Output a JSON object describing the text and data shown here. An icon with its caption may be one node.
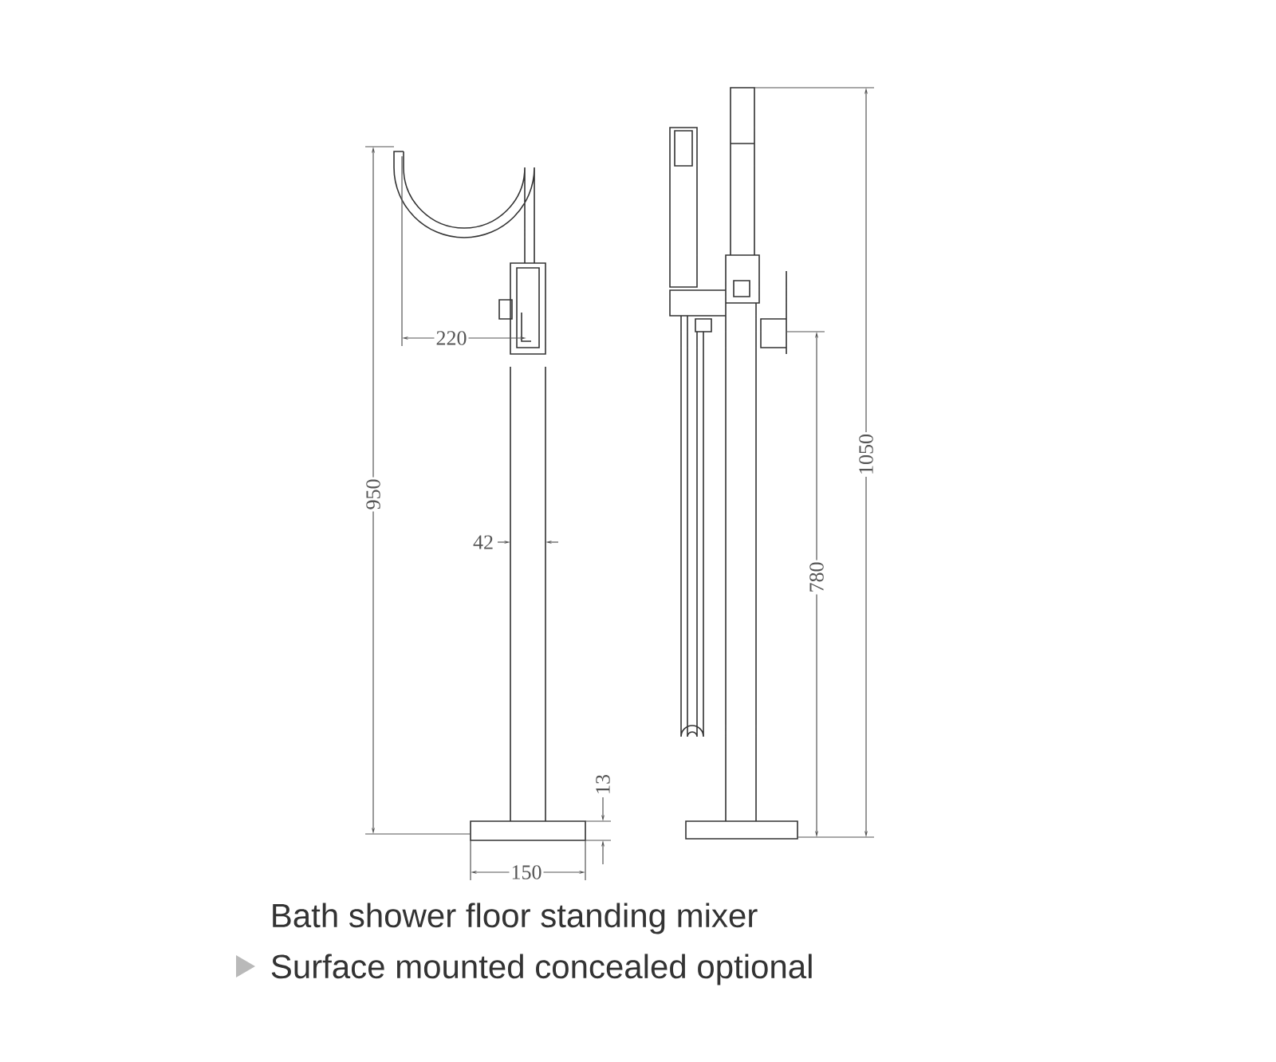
{
  "diagram": {
    "labels": [
      "220",
      "950",
      "1050",
      "42",
      "780",
      "13",
      "150",
      "Bath shower floor standing mixer",
      "Surface mounted concealed optional"
    ]
  }
}
